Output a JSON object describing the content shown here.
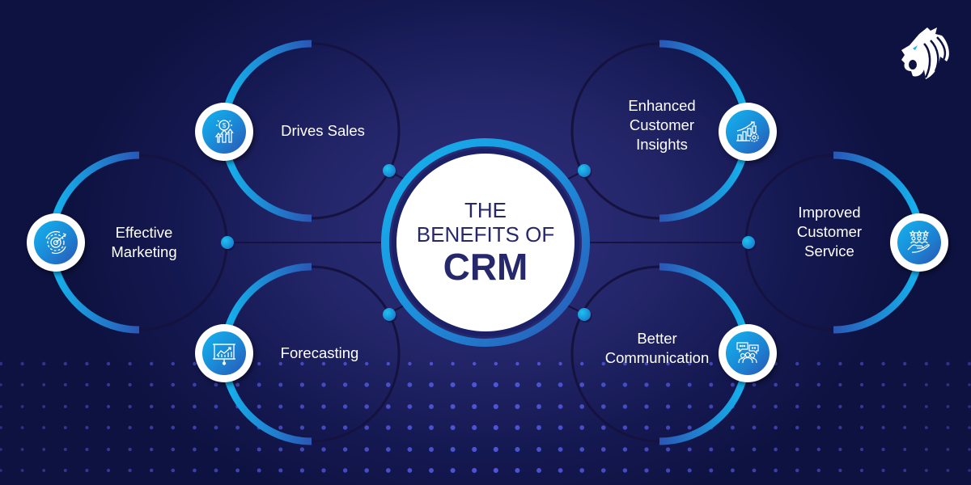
{
  "title": {
    "line1": "THE",
    "line2": "BENEFITS OF",
    "line3": "CRM"
  },
  "benefits": [
    {
      "id": "drives-sales",
      "label": "Drives Sales",
      "icon": "dollar-growth-icon"
    },
    {
      "id": "effective-marketing",
      "label": "Effective\nMarketing",
      "icon": "gear-target-icon"
    },
    {
      "id": "forecasting",
      "label": "Forecasting",
      "icon": "presentation-chart-icon"
    },
    {
      "id": "enhanced-customer-insights",
      "label": "Enhanced\nCustomer\nInsights",
      "icon": "chart-gear-icon"
    },
    {
      "id": "improved-customer-service",
      "label": "Improved\nCustomer\nService",
      "icon": "hand-stars-people-icon"
    },
    {
      "id": "better-communication",
      "label": "Better\nCommunication",
      "icon": "chat-group-icon"
    }
  ],
  "colors": {
    "background": "#141850",
    "ring_light": "#14b4ee",
    "ring_dark": "#2a57b5",
    "title_text": "#27286b",
    "dots": "#5158e0"
  },
  "logo": "lion-head-logo"
}
